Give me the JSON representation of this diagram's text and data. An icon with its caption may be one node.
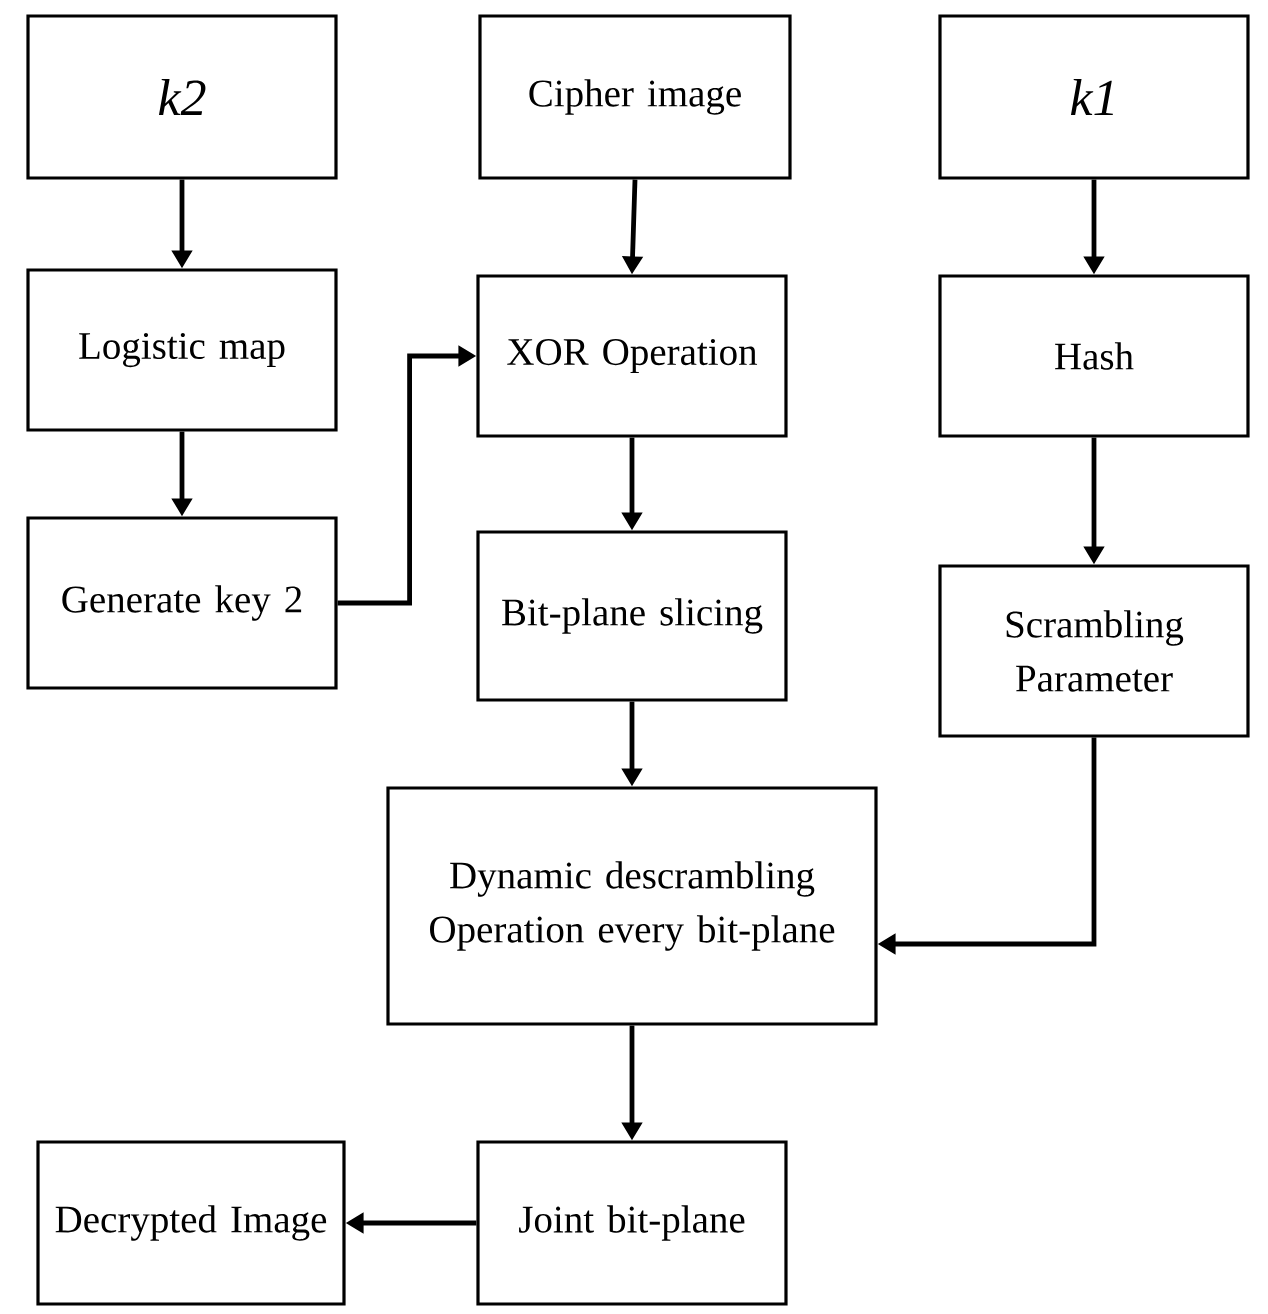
{
  "diagram": {
    "nodes": [
      {
        "text": [
          "k2"
        ]
      },
      {
        "text": [
          "Cipher image"
        ]
      },
      {
        "text": [
          "k1"
        ]
      },
      {
        "text": [
          "Logistic map"
        ]
      },
      {
        "text": [
          "XOR Operation"
        ]
      },
      {
        "text": [
          "Hash"
        ]
      },
      {
        "text": [
          "Generate key 2"
        ]
      },
      {
        "text": [
          "Bit-plane slicing"
        ]
      },
      {
        "text": [
          "Scrambling Parameter"
        ]
      },
      {
        "text": [
          "Dynamic descrambling Operation every bit-plane"
        ]
      },
      {
        "text": [
          "Decrypted Image"
        ]
      },
      {
        "text": [
          "Joint bit-plane"
        ]
      }
    ],
    "edges": [
      {
        "from": 0,
        "to": 3,
        "arrow": "to"
      },
      {
        "from": 3,
        "to": 6,
        "arrow": "to"
      },
      {
        "from": 6,
        "to": 4,
        "arrow": "to"
      },
      {
        "from": 1,
        "to": 4,
        "arrow": "to"
      },
      {
        "from": 4,
        "to": 7,
        "arrow": "to"
      },
      {
        "from": 7,
        "to": 9,
        "arrow": "to"
      },
      {
        "from": 2,
        "to": 5,
        "arrow": "to"
      },
      {
        "from": 5,
        "to": 8,
        "arrow": "to"
      },
      {
        "from": 8,
        "to": 9,
        "arrow": "to"
      },
      {
        "from": 9,
        "to": 11,
        "arrow": "to"
      },
      {
        "from": 11,
        "to": 10,
        "arrow": "to"
      }
    ]
  }
}
